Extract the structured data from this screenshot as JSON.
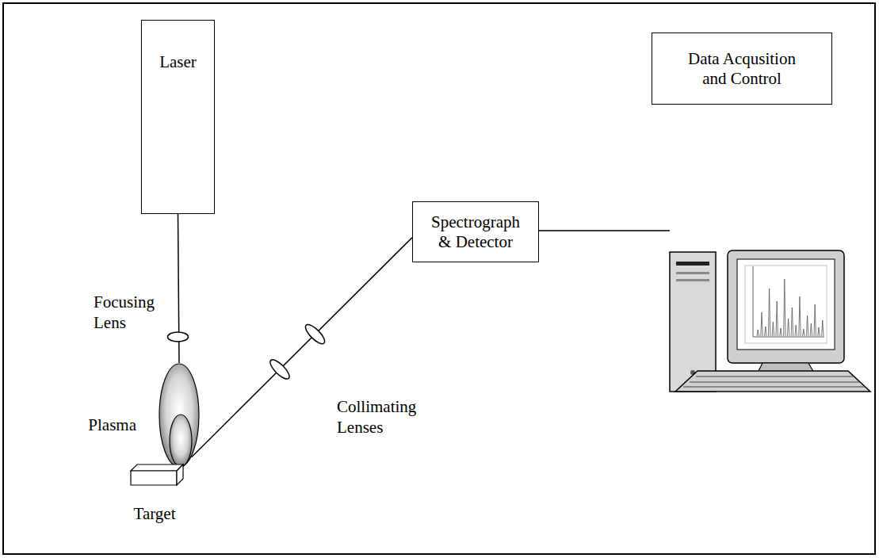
{
  "diagram": {
    "nodes": [
      {
        "text": [
          "Laser"
        ]
      },
      {
        "text": [
          "Plasma"
        ]
      },
      {
        "text": [
          "Target"
        ]
      },
      {
        "text": [
          "Spectrograph & Detector"
        ]
      },
      {
        "text": [
          "Data Acqusition and Control"
        ]
      }
    ],
    "edges": [
      {
        "from": 0,
        "to": 1,
        "arrow": "none"
      },
      {
        "from": 1,
        "to": 3,
        "arrow": "none"
      }
    ],
    "labels": [
      "Focusing Lens",
      "Collimating Lenses"
    ]
  }
}
